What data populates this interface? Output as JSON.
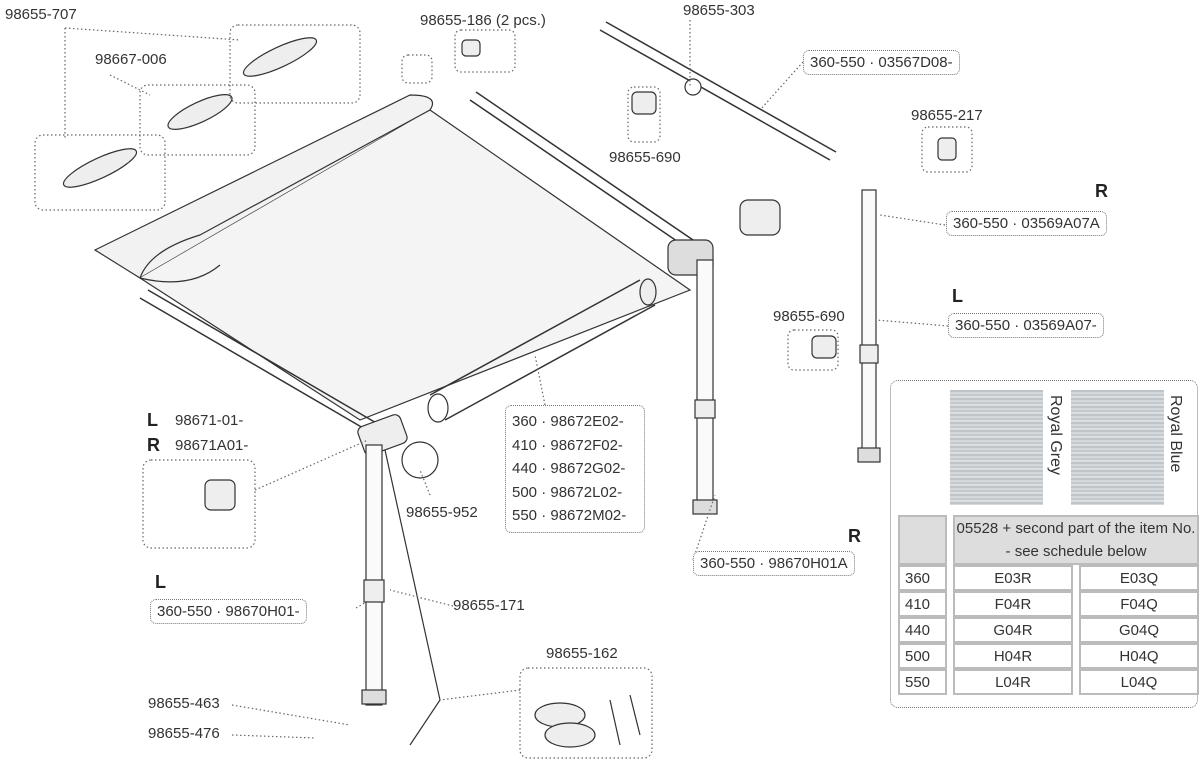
{
  "labels": {
    "p707": "98655-707",
    "p006": "98667-006",
    "p186": "98655-186 (2 pcs.)",
    "p303": "98655-303",
    "p03567": "360-550 · 03567D08-",
    "p217": "98655-217",
    "p690a": "98655-690",
    "p690b": "98655-690",
    "r1": "R",
    "p03569R": "360-550 · 03569A07A",
    "l1": "L",
    "p03569L": "360-550 · 03569A07-",
    "l2": "L",
    "p98671L": "98671-01-",
    "r2": "R",
    "p98671R": "98671A01-",
    "p952": "98655-952",
    "r3": "R",
    "p98670R": "360-550 · 98670H01A",
    "l3": "L",
    "p98670L": "360-550 · 98670H01-",
    "p171": "98655-171",
    "p162": "98655-162",
    "p463": "98655-463",
    "p476": "98655-476"
  },
  "roller_parts": [
    "360 · 98672E02-",
    "410 · 98672F02-",
    "440 · 98672G02-",
    "500 · 98672L02-",
    "550 · 98672M02-"
  ],
  "fabrics": [
    {
      "name": "Royal Grey"
    },
    {
      "name": "Royal Blue"
    }
  ],
  "schedule": {
    "header": "05528 + second part of the item No. - see schedule below",
    "rows": [
      {
        "length": "360",
        "grey": "E03R",
        "blue": "E03Q"
      },
      {
        "length": "410",
        "grey": "F04R",
        "blue": "F04Q"
      },
      {
        "length": "440",
        "grey": "G04R",
        "blue": "G04Q"
      },
      {
        "length": "500",
        "grey": "H04R",
        "blue": "H04Q"
      },
      {
        "length": "550",
        "grey": "L04R",
        "blue": "L04Q"
      }
    ]
  }
}
